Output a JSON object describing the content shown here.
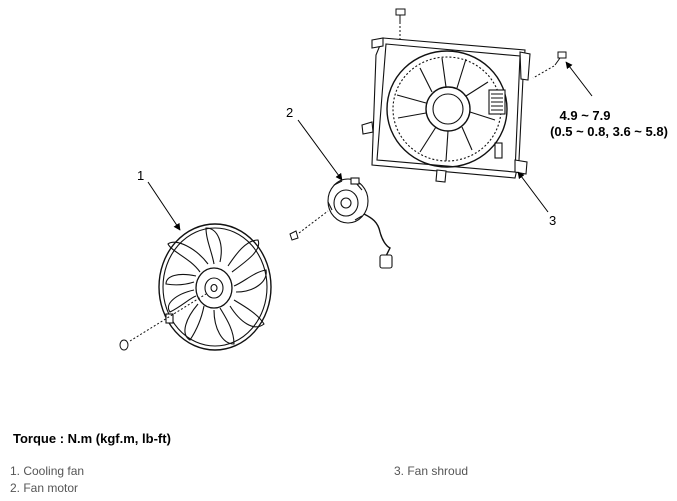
{
  "callouts": {
    "c1": "1",
    "c2": "2",
    "c3": "3"
  },
  "torque": {
    "line1": "4.9 ~ 7.9",
    "line2": "(0.5 ~ 0.8, 3.6 ~ 5.8)"
  },
  "footer": {
    "title": "Torque : N.m (kgf.m, lb-ft)",
    "legend": [
      "1. Cooling fan",
      "2. Fan motor",
      "3. Fan shroud"
    ]
  }
}
